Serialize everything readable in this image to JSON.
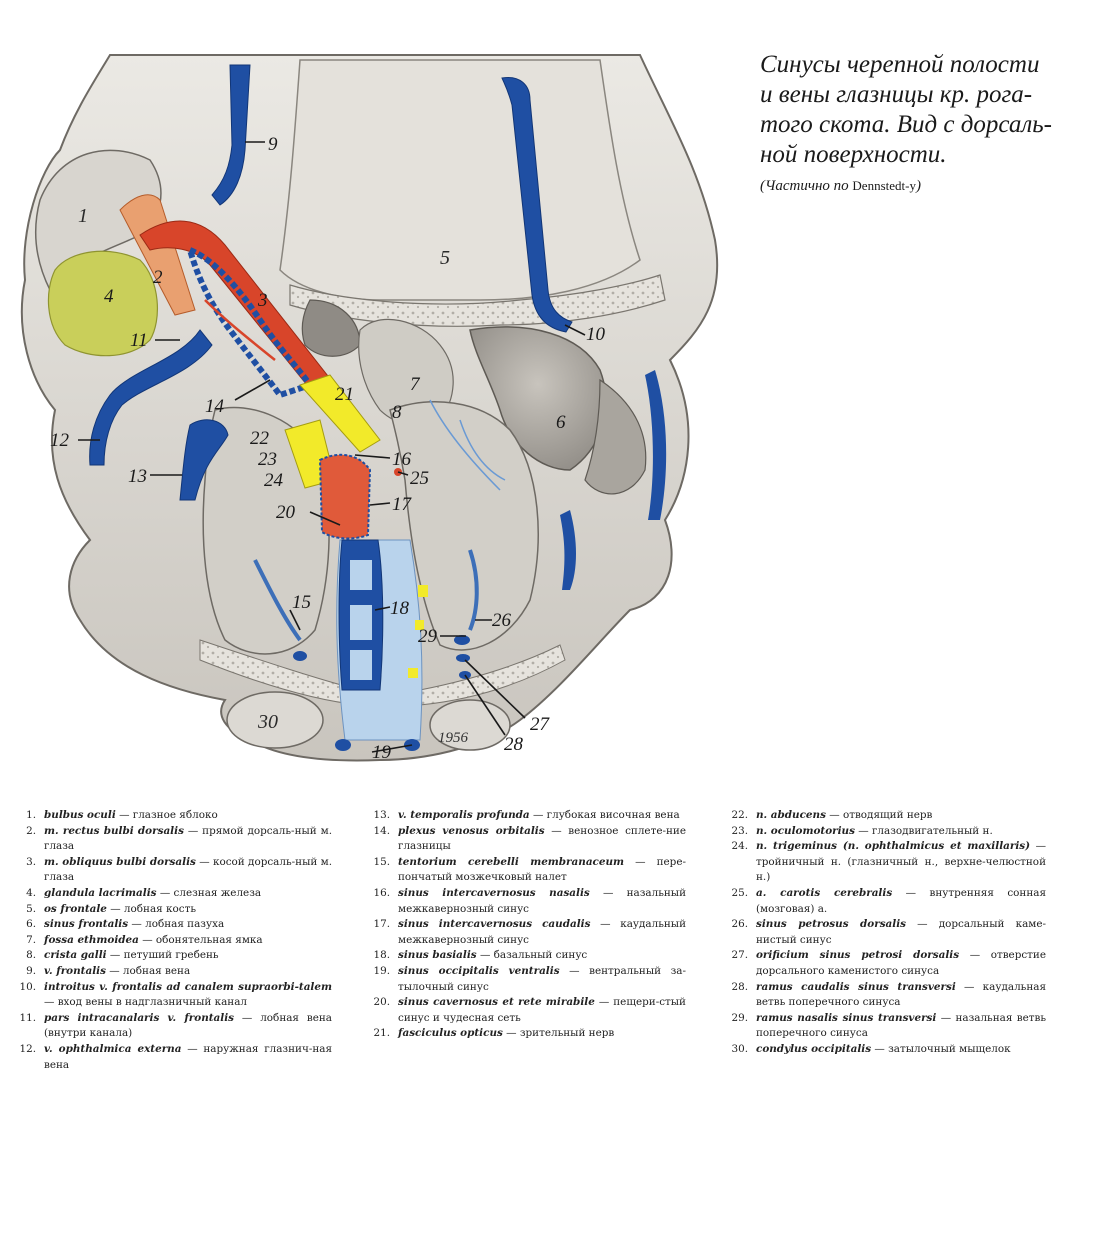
{
  "title_lines": [
    "Синусы черепной полости",
    "и вены глазницы кр. рога-",
    "того скота. Вид с дорсаль-",
    "ной поверхности."
  ],
  "subtitle": {
    "prefix": "(Частично по ",
    "author": "Dennstedt-y",
    "suffix": ")"
  },
  "signature": "1956",
  "callouts": {
    "n1": "1",
    "n2": "2",
    "n3": "3",
    "n4": "4",
    "n5": "5",
    "n6": "6",
    "n7": "7",
    "n8": "8",
    "n9": "9",
    "n10": "10",
    "n11": "11",
    "n12": "12",
    "n13": "13",
    "n14": "14",
    "n15": "15",
    "n16": "16",
    "n17": "17",
    "n18": "18",
    "n19": "19",
    "n20": "20",
    "n21": "21",
    "n22": "22",
    "n23": "23",
    "n24": "24",
    "n25": "25",
    "n26": "26",
    "n27": "27",
    "n28": "28",
    "n29": "29",
    "n30": "30"
  },
  "colors": {
    "bone": "#d9d6d0",
    "bone_shadow": "#9e9a94",
    "vein": "#1f4fa3",
    "vein_light": "#9cc1e6",
    "artery": "#d8452a",
    "muscle": "#e9a070",
    "gland": "#c9cf5a",
    "nerve": "#f2ea2a"
  },
  "legend": {
    "col1": [
      {
        "num": "1.",
        "latin": "bulbus oculi",
        "ru": " — глазное яблоко"
      },
      {
        "num": "2.",
        "latin": "m. rectus bulbi dorsalis",
        "ru": " — прямой дорсаль-ный м. глаза"
      },
      {
        "num": "3.",
        "latin": "m. obliquus bulbi dorsalis",
        "ru": " — косой дорсаль-ный м. глаза"
      },
      {
        "num": "4.",
        "latin": "glandula lacrimalis",
        "ru": " — слезная железа"
      },
      {
        "num": "5.",
        "latin": "os frontale",
        "ru": " — лобная кость"
      },
      {
        "num": "6.",
        "latin": "sinus frontalis",
        "ru": " — лобная пазуха"
      },
      {
        "num": "7.",
        "latin": "fossa ethmoidea",
        "ru": " — обонятельная ямка"
      },
      {
        "num": "8.",
        "latin": "crista galli",
        "ru": " — петуший гребень"
      },
      {
        "num": "9.",
        "latin": "v. frontalis",
        "ru": " — лобная вена"
      },
      {
        "num": "10.",
        "latin": "introitus v. frontalis ad canalem supraorbi-talem",
        "ru": " — вход вены в надглазничный канал"
      },
      {
        "num": "11.",
        "latin": "pars intracanalaris v. frontalis",
        "ru": " — лобная вена (внутри канала)"
      },
      {
        "num": "12.",
        "latin": "v. ophthalmica externa",
        "ru": " — наружная глазнич-ная вена"
      }
    ],
    "col2": [
      {
        "num": "13.",
        "latin": "v. temporalis profunda",
        "ru": " — глубокая височная вена"
      },
      {
        "num": "14.",
        "latin": "plexus venosus orbitalis",
        "ru": " — венозное сплете-ние глазницы"
      },
      {
        "num": "15.",
        "latin": "tentorium cerebelli membranaceum",
        "ru": " — пере-пончатый мозжечковый налет"
      },
      {
        "num": "16.",
        "latin": "sinus intercavernosus nasalis",
        "ru": " — назальный межкавернозный синус"
      },
      {
        "num": "17.",
        "latin": "sinus intercavernosus caudalis",
        "ru": " — каудальный межкавернозный синус"
      },
      {
        "num": "18.",
        "latin": "sinus basialis",
        "ru": " — базальный синус"
      },
      {
        "num": "19.",
        "latin": "sinus occipitalis ventralis",
        "ru": " — вентральный за-тылочный синус"
      },
      {
        "num": "20.",
        "latin": "sinus cavernosus et rete mirabile",
        "ru": " — пещери-стый синус и чудесная сеть"
      },
      {
        "num": "21.",
        "latin": "fasciculus opticus",
        "ru": " — зрительный нерв"
      }
    ],
    "col3": [
      {
        "num": "22.",
        "latin": "n. abducens",
        "ru": " — отводящий нерв"
      },
      {
        "num": "23.",
        "latin": "n. oculomotorius",
        "ru": " — глазодвигательный н."
      },
      {
        "num": "24.",
        "latin": "n. trigeminus (n. ophthalmicus et maxillaris)",
        "ru": " — тройничный н. (глазничный н., верхне-челюстной н.)"
      },
      {
        "num": "25.",
        "latin": "a. carotis cerebralis",
        "ru": " — внутренняя сонная (мозговая) а."
      },
      {
        "num": "26.",
        "latin": "sinus petrosus dorsalis",
        "ru": " — дорсальный каме-нистый синус"
      },
      {
        "num": "27.",
        "latin": "orificium sinus petrosi dorsalis",
        "ru": " — отверстие дорсального каменистого синуса"
      },
      {
        "num": "28.",
        "latin": "ramus caudalis sinus transversi",
        "ru": " — каудальная ветвь поперечного синуса"
      },
      {
        "num": "29.",
        "latin": "ramus nasalis sinus transversi",
        "ru": " — назальная ветвь поперечного синуса"
      },
      {
        "num": "30.",
        "latin": "condylus occipitalis",
        "ru": " — затылочный мыщелок"
      }
    ]
  }
}
